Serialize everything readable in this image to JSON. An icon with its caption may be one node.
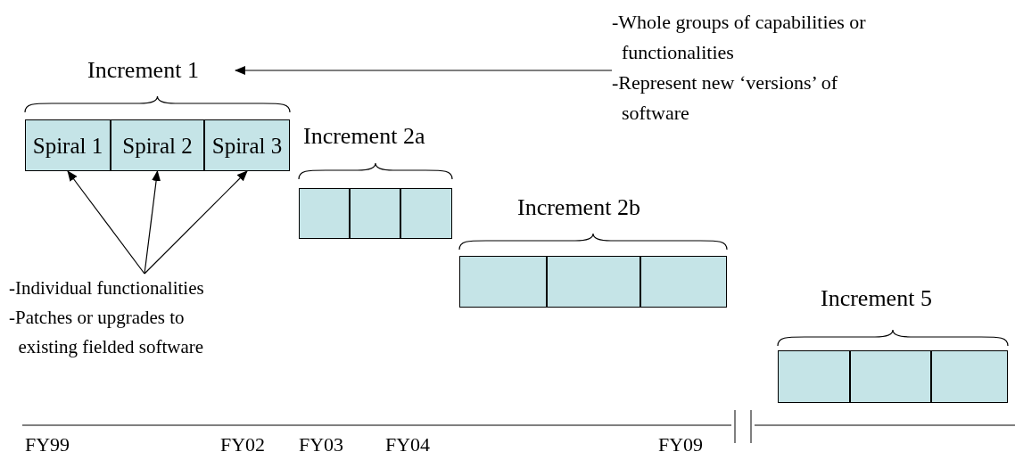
{
  "diagram": {
    "nodes": [
      {
        "text": [
          "Increment 1"
        ]
      },
      {
        "text": [
          "-Whole groups of capabilities or functionalities",
          "-Represent new ‘versions’ of software"
        ]
      },
      {
        "text": [
          "Spiral 1"
        ]
      },
      {
        "text": [
          "Spiral 2"
        ]
      },
      {
        "text": [
          "Spiral 3"
        ]
      },
      {
        "text": [],
        "shape": "box"
      },
      {
        "text": [],
        "shape": "box"
      },
      {
        "text": [],
        "shape": "box"
      },
      {
        "text": [],
        "shape": "box"
      },
      {
        "text": [],
        "shape": "box"
      },
      {
        "text": [],
        "shape": "box"
      },
      {
        "text": [
          "-Individual functionalities",
          "-Patches or upgrades to existing fielded software"
        ]
      },
      {
        "text": [],
        "shape": "box"
      },
      {
        "text": [],
        "shape": "box"
      },
      {
        "text": [],
        "shape": "box"
      }
    ],
    "edges": [
      {
        "from": 1,
        "to": 0,
        "arrow": "to"
      },
      {
        "from": 11,
        "to": 2,
        "arrow": "to"
      },
      {
        "from": 11,
        "to": 3,
        "arrow": "to"
      },
      {
        "from": 11,
        "to": 4,
        "arrow": "to"
      }
    ],
    "labels": [
      "Increment 2a",
      "Increment 2b",
      "Increment 5",
      "FY99",
      "FY02",
      "FY03",
      "FY04",
      "FY09"
    ]
  }
}
